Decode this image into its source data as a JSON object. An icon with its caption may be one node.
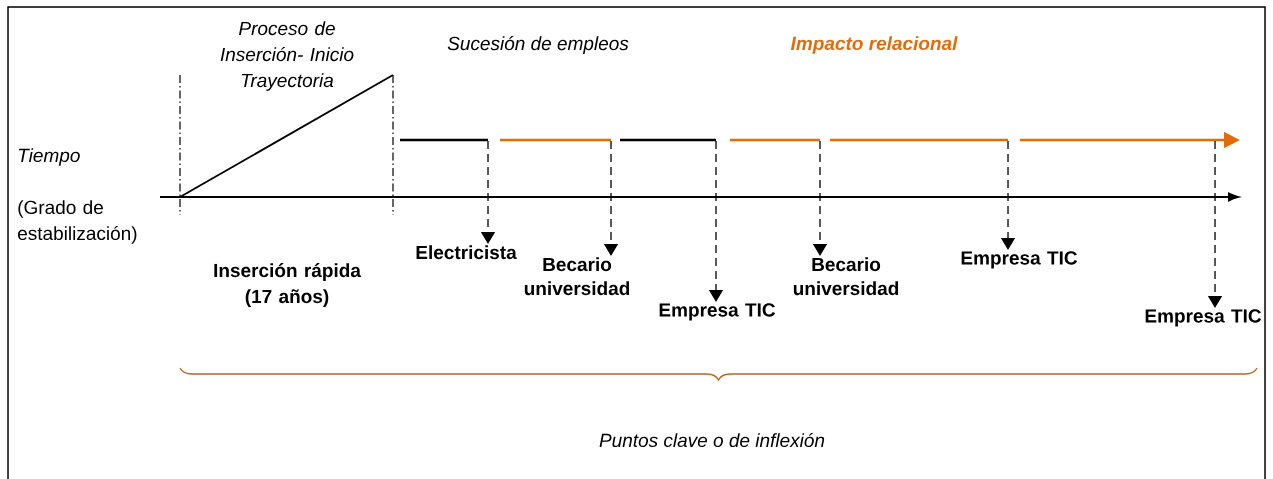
{
  "diagram": {
    "nodes": [
      {
        "text": [
          "Electricista"
        ]
      },
      {
        "text": [
          "Becario universidad"
        ]
      },
      {
        "text": [
          "Empresa TIC"
        ]
      },
      {
        "text": [
          "Becario universidad"
        ]
      },
      {
        "text": [
          "Empresa TIC"
        ]
      },
      {
        "text": [
          "Empresa TIC"
        ]
      }
    ],
    "edges": [
      {
        "from": null,
        "to": 0,
        "arrow": "to",
        "style": "dashed"
      },
      {
        "from": null,
        "to": 1,
        "arrow": "to",
        "style": "dashed"
      },
      {
        "from": null,
        "to": 2,
        "arrow": "to",
        "style": "dashed"
      },
      {
        "from": null,
        "to": 3,
        "arrow": "to",
        "style": "dashed"
      },
      {
        "from": null,
        "to": 4,
        "arrow": "to",
        "style": "dashed"
      },
      {
        "from": null,
        "to": 5,
        "arrow": "to",
        "style": "dashed"
      }
    ],
    "labels": [
      "Proceso de Inserción- Inicio Trayectoria",
      "Sucesión de empleos",
      "Impacto relacional",
      "Tiempo",
      "(Grado de estabilización)",
      "Inserción rápida (17 años)",
      "Puntos clave o de inflexión"
    ]
  }
}
